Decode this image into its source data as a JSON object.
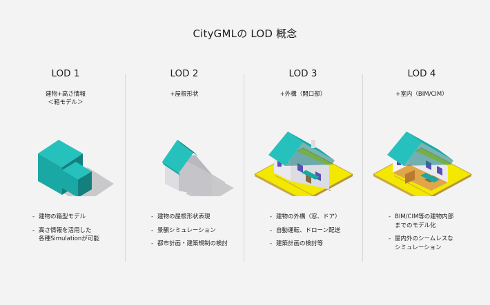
{
  "title": "CityGMLの LOD 概念",
  "colors": {
    "teal_top": "#27c1bd",
    "teal_front": "#1aa8a4",
    "teal_side": "#13807d",
    "shadow": "#c9c9cc",
    "ground_yellow": "#f2e800",
    "ground_edge": "#c9a945",
    "wall_light": "#e9e9ee",
    "window_blue": "#5a4fb4"
  },
  "lods": [
    {
      "name": "LOD 1",
      "subtitle": "建物+高さ情報\n＜箱モデル＞",
      "illustration": "box-model",
      "bullets": [
        "建物の箱型モデル",
        "高さ情報を活用した\n各種Simulationが可能"
      ]
    },
    {
      "name": "LOD 2",
      "subtitle": "+屋根形状",
      "illustration": "roof-model",
      "bullets": [
        "建物の屋根形状表現",
        "景観シミュレーション",
        "都市計画・建築規制の検討"
      ]
    },
    {
      "name": "LOD 3",
      "subtitle": "+外構（開口部）",
      "illustration": "exterior-model",
      "bullets": [
        "建物の外構（窓、ドア）",
        "自動運転、ドローン配送",
        "建築計画の検討等"
      ]
    },
    {
      "name": "LOD 4",
      "subtitle": "+室内（BIM/CIM）",
      "illustration": "interior-model",
      "bullets": [
        "BIM/CIM等の建物内部\nまでのモデル化",
        "屋内外のシームレスな\nシミュレーション"
      ]
    }
  ]
}
